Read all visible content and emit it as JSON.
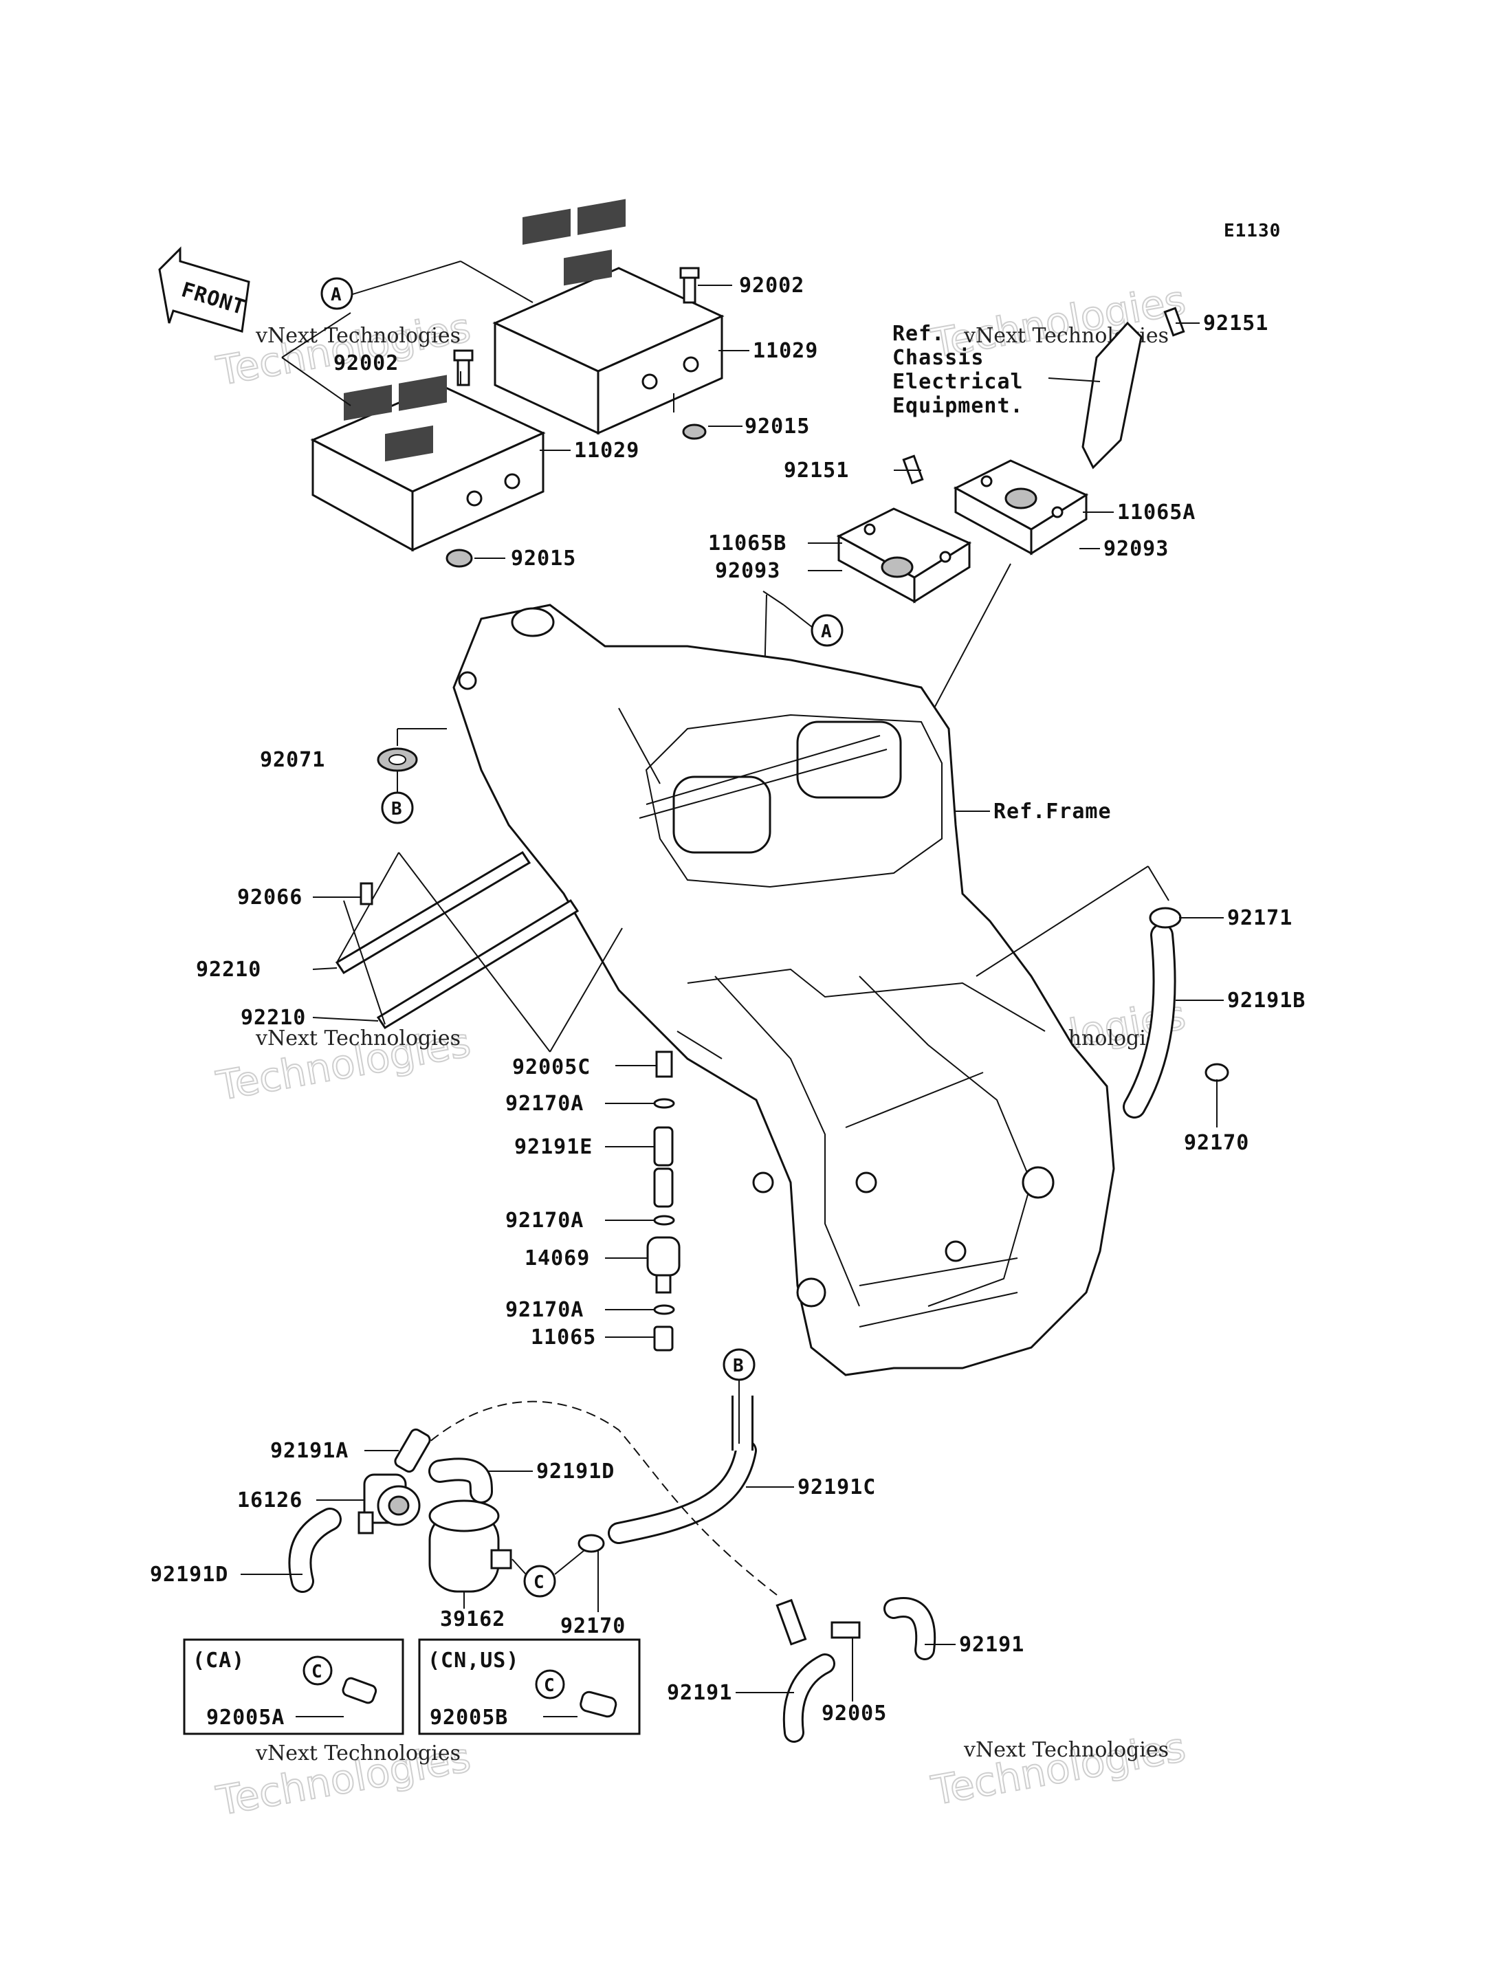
{
  "diagram_code": "E1130",
  "front_label": "FRONT",
  "ref_chassis_label": [
    "Ref.",
    "Chassis",
    "Electrical",
    "Equipment."
  ],
  "ref_frame_label": "Ref.Frame",
  "callouts": {
    "a": "A",
    "b": "B",
    "c": "C"
  },
  "variant_boxes": [
    {
      "region": "(CA)",
      "part": "92005A"
    },
    {
      "region": "(CN,US)",
      "part": "92005B"
    }
  ],
  "watermark": {
    "line1": "vNext Technologies",
    "line2": "Technologies"
  },
  "part_labels": {
    "p92002_top": "92002",
    "p11029_top": "11029",
    "p92015_top": "92015",
    "p92002_left": "92002",
    "p11029_left": "11029",
    "p92015_left": "92015",
    "p92151_top": "92151",
    "p92151_mid": "92151",
    "p11065A": "11065A",
    "p11065B": "11065B",
    "p92093_r": "92093",
    "p92093_l": "92093",
    "p92071": "92071",
    "p92066": "92066",
    "p92210_a": "92210",
    "p92210_b": "92210",
    "p92171": "92171",
    "p92191B": "92191B",
    "p92170_r": "92170",
    "p92005C": "92005C",
    "p92170A_1": "92170A",
    "p92191E": "92191E",
    "p92170A_2": "92170A",
    "p14069": "14069",
    "p92170A_3": "92170A",
    "p11065": "11065",
    "p92191A": "92191A",
    "p92191D_top": "92191D",
    "p16126": "16126",
    "p92191C": "92191C",
    "p92191D_left": "92191D",
    "p39162": "39162",
    "p92170_bot": "92170",
    "p92191_r": "92191",
    "p92191_l": "92191",
    "p92005": "92005"
  }
}
